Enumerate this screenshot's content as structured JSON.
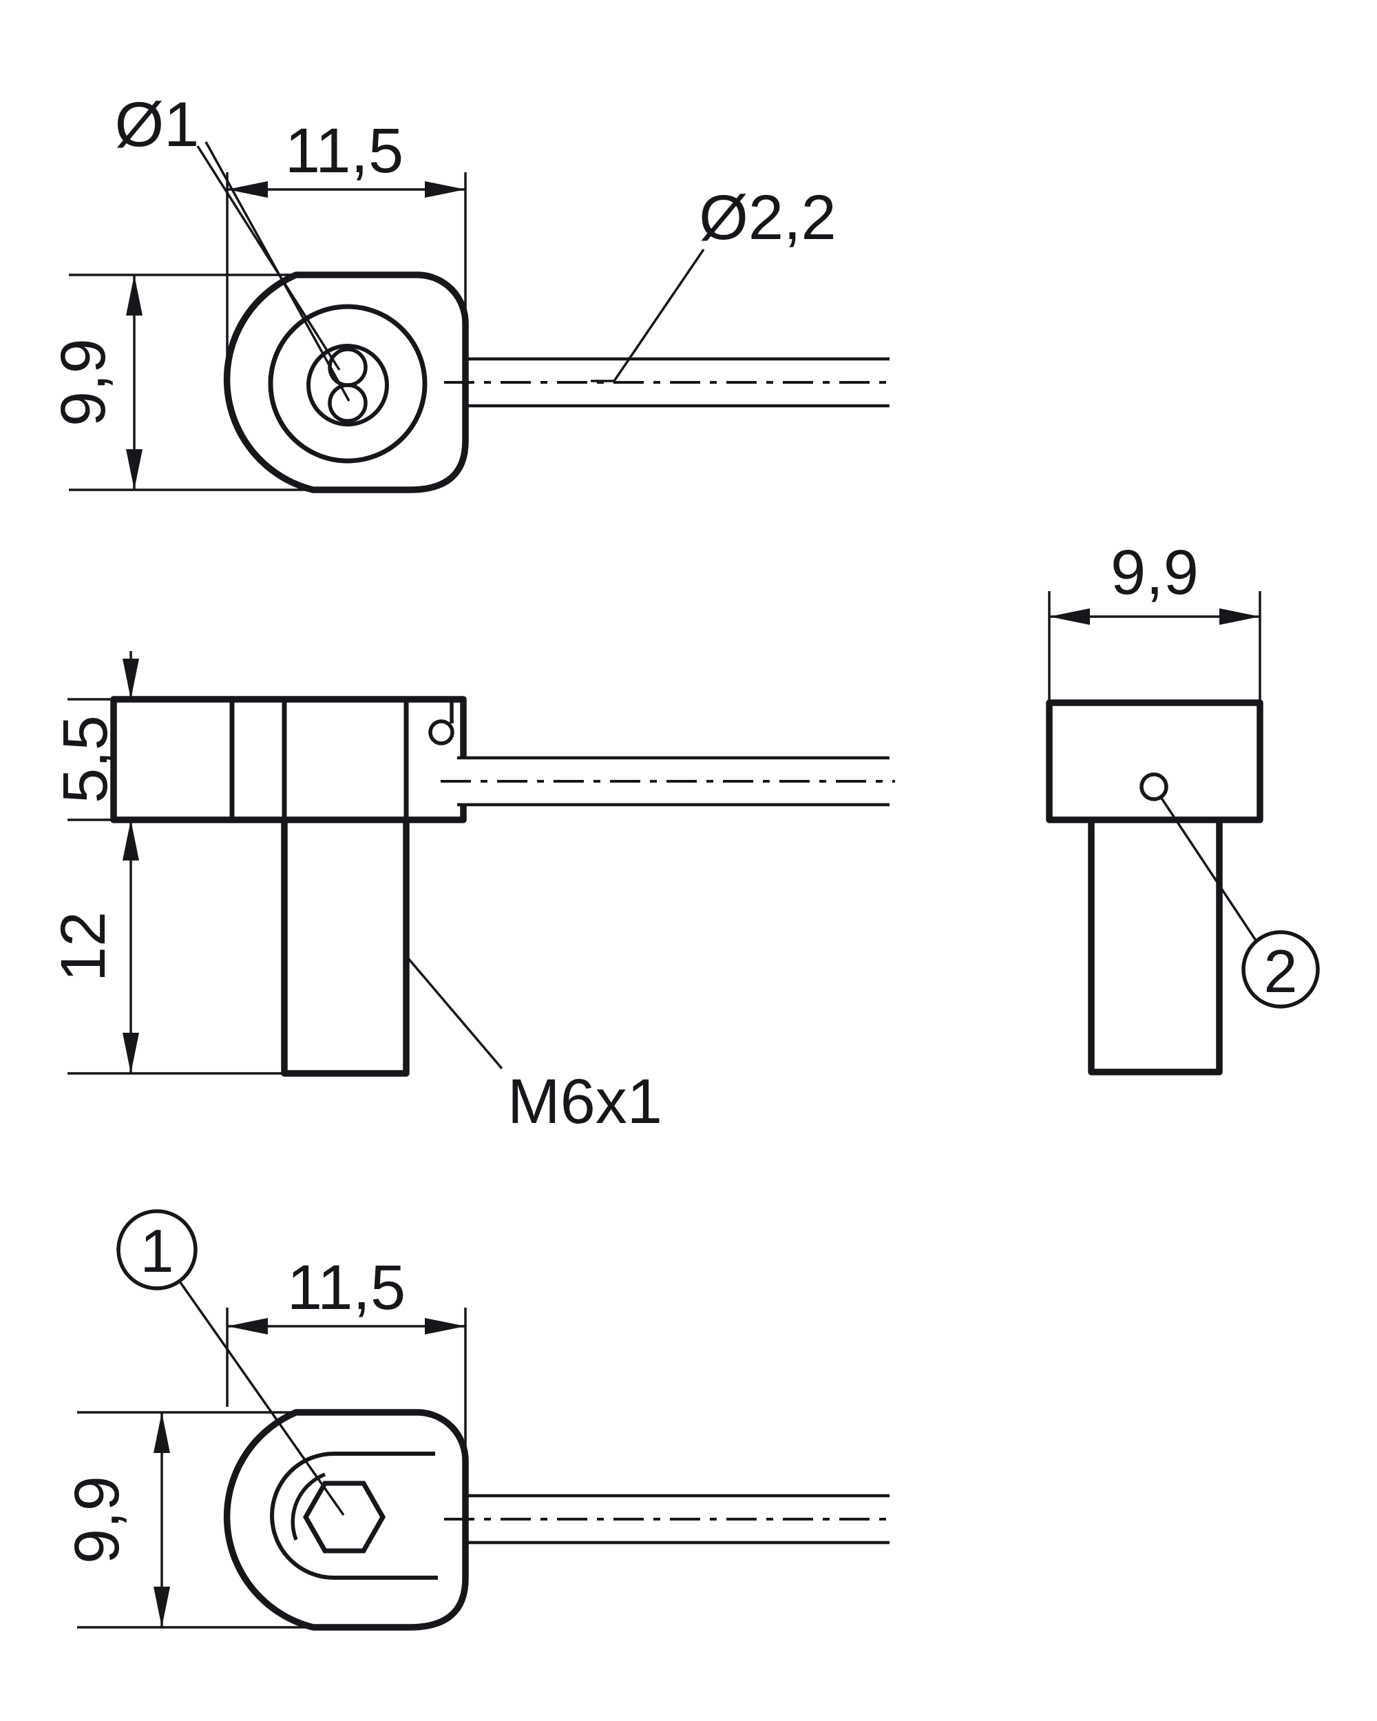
{
  "drawing": {
    "colors": {
      "line_color": "#17171b",
      "background": "#ffffff"
    },
    "views": {
      "fiber_end_view": {
        "fiber_core_label": "Ø1",
        "width_dim": "11,5",
        "height_dim": "9,9",
        "cable_diameter_label": "Ø2,2"
      },
      "side_view": {
        "head_height_dim": "5,5",
        "thread_length_dim": "12",
        "thread_label": "M6x1"
      },
      "rear_view": {
        "width_dim": "9,9",
        "balloon_label": "2"
      },
      "bottom_view": {
        "balloon_label": "1",
        "width_dim": "11,5",
        "height_dim": "9,9"
      }
    }
  }
}
